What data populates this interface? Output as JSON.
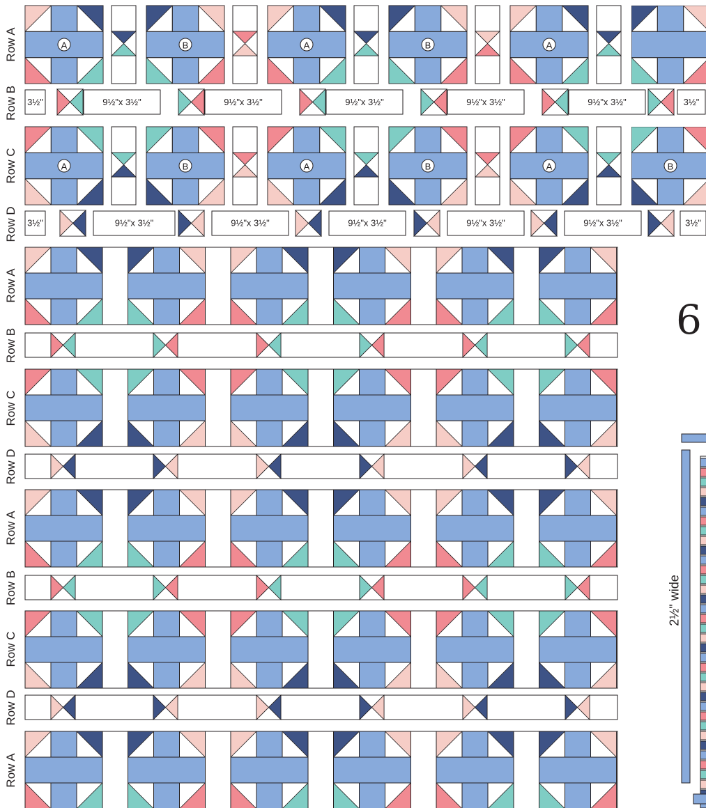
{
  "colors": {
    "light_blue": "#88aadb",
    "navy": "#3e5386",
    "teal": "#7fcdc4",
    "pink": "#f18a92",
    "light_pink": "#f6cdc6",
    "outline": "#231f20",
    "background": "#ffffff"
  },
  "exploded_diagram": {
    "row_labels": [
      "Row A",
      "Row B",
      "Row C",
      "Row D"
    ],
    "block_labels_row_a": [
      "A",
      "B",
      "A",
      "B",
      "A"
    ],
    "block_labels_row_c": [
      "A",
      "B",
      "A",
      "B",
      "A",
      "B"
    ],
    "strip_labels_row_b": [
      "3½\"",
      "9½\"x 3½\"",
      "9½\"x 3½\"",
      "9½\"x 3½\"",
      "9½\"x 3½\"",
      "9½\"x 3½\"",
      "3½\""
    ],
    "strip_labels_row_d": [
      "3½\"",
      "9½\"x 3½\"",
      "9½\"x 3½\"",
      "9½\"x 3½\"",
      "9½\"x 3½\"",
      "9½\"x 3½\"",
      "3½\""
    ]
  },
  "assembled_quilt": {
    "row_labels": [
      "Row A",
      "Row B",
      "Row C",
      "Row D",
      "Row A",
      "Row B",
      "Row C",
      "Row D",
      "Row A"
    ]
  },
  "side_text": {
    "partial_number": "6",
    "binding_label": "2½\" wide"
  }
}
